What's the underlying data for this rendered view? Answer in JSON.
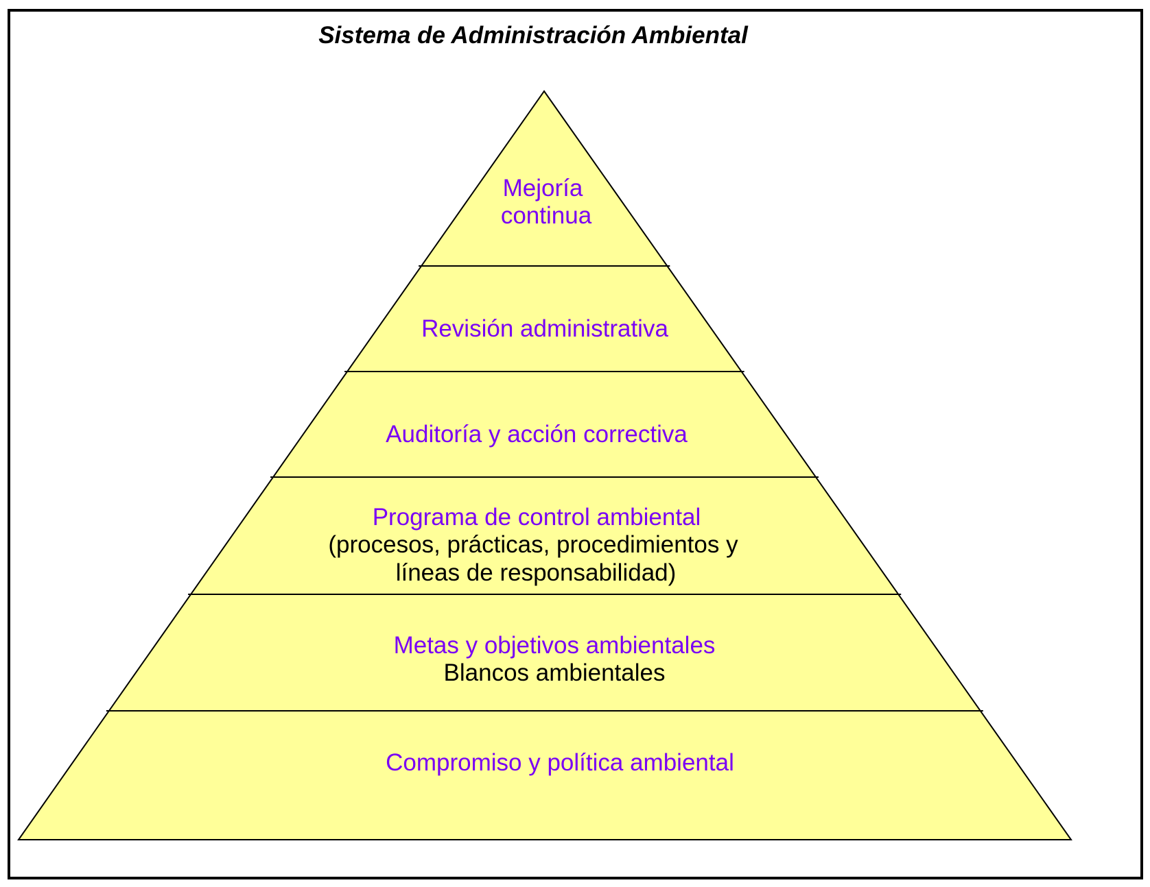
{
  "title": "Sistema de Administración Ambiental",
  "colors": {
    "fill": "#FFFF99",
    "primary_text": "#7A00F5",
    "secondary_text": "#000000",
    "stroke": "#000000"
  },
  "levels": [
    {
      "lines": [
        {
          "text": "Mejoría",
          "kind": "primary"
        },
        {
          "text": "continua",
          "kind": "primary"
        }
      ]
    },
    {
      "lines": [
        {
          "text": "Revisión administrativa",
          "kind": "primary"
        }
      ]
    },
    {
      "lines": [
        {
          "text": "Auditoría y acción correctiva",
          "kind": "primary"
        }
      ]
    },
    {
      "lines": [
        {
          "text": "Programa de control ambiental",
          "kind": "primary"
        },
        {
          "text": "(procesos, prácticas, procedimientos y",
          "kind": "secondary"
        },
        {
          "text": "líneas de responsabilidad)",
          "kind": "secondary"
        }
      ]
    },
    {
      "lines": [
        {
          "text": "Metas y objetivos ambientales",
          "kind": "primary"
        },
        {
          "text": "Blancos ambientales",
          "kind": "secondary"
        }
      ]
    },
    {
      "lines": [
        {
          "text": "Compromiso y política ambiental",
          "kind": "primary"
        }
      ]
    }
  ]
}
